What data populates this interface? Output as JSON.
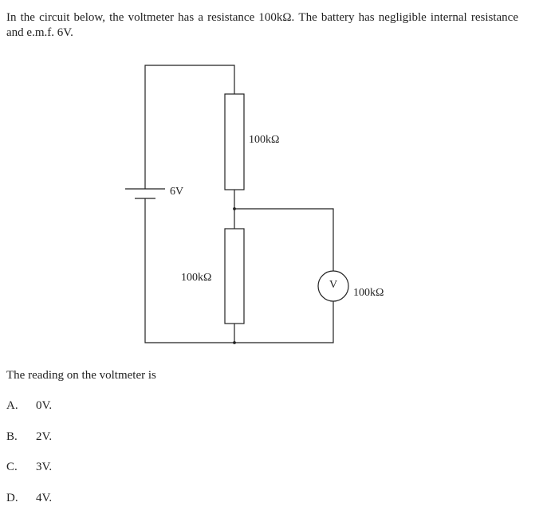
{
  "question": {
    "intro": "In the circuit below, the voltmeter has a resistance 100kΩ.  The battery has negligible internal resistance and e.m.f. 6V.",
    "stem": "The reading on the voltmeter is"
  },
  "circuit": {
    "battery_label": "6V",
    "resistor_top_label": "100kΩ",
    "resistor_bottom_label": "100kΩ",
    "voltmeter_symbol": "V",
    "voltmeter_label": "100kΩ"
  },
  "options": [
    {
      "letter": "A.",
      "text": "0V."
    },
    {
      "letter": "B.",
      "text": "2V."
    },
    {
      "letter": "C.",
      "text": "3V."
    },
    {
      "letter": "D.",
      "text": "4V."
    }
  ]
}
